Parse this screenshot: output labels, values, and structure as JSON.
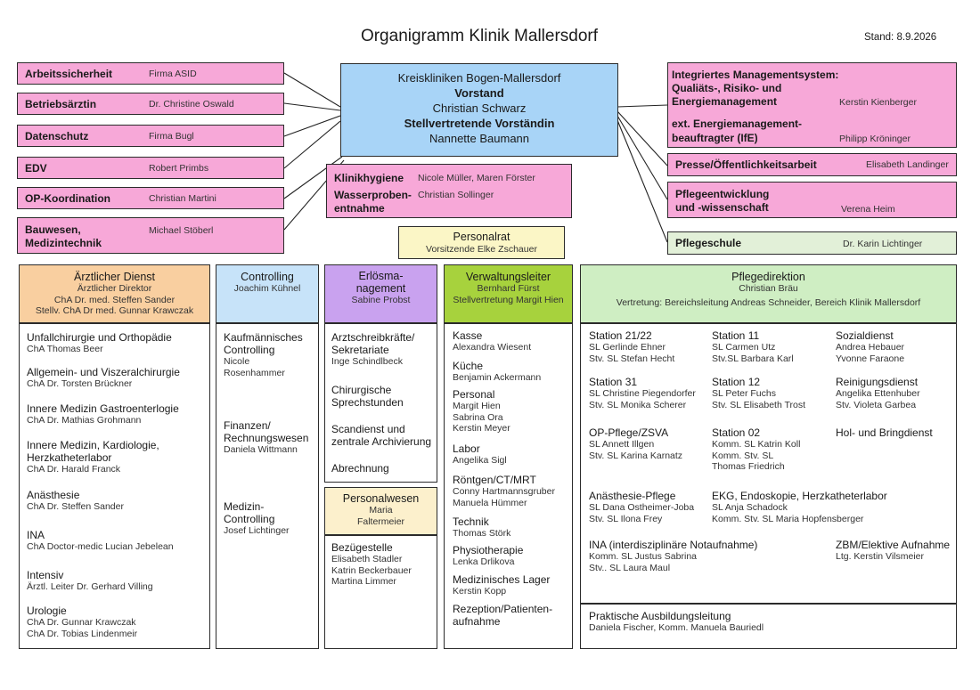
{
  "title": "Organigramm Klinik Mallersdorf",
  "stand": "Stand: 8.9.2026",
  "vorstand": {
    "org": "Kreiskliniken Bogen-Mallersdorf",
    "title": "Vorstand",
    "name": "Christian Schwarz",
    "deputy_title": "Stellvertretende Vorständin",
    "deputy_name": "Nannette Baumann"
  },
  "left_staff": [
    {
      "label": "Arbeitssicherheit",
      "name": "Firma ASID"
    },
    {
      "label": "Betriebsärztin",
      "name": "Dr. Christine Oswald"
    },
    {
      "label": "Datenschutz",
      "name": "Firma Bugl"
    },
    {
      "label": "EDV",
      "name": "Robert Primbs"
    },
    {
      "label": "OP-Koordination",
      "name": "Christian Martini"
    },
    {
      "label": "Bauwesen, Medizintechnik",
      "label_l1": "Bauwesen,",
      "label_l2": "Medizintechnik",
      "name": "Michael Stöberl"
    }
  ],
  "klinikhygiene": {
    "label1": "Klinikhygiene",
    "name1": "Nicole Müller, Maren Förster",
    "label2_l1": "Wasserproben-",
    "label2_l2": "entnahme",
    "name2": "Christian Sollinger"
  },
  "personalrat": {
    "title": "Personalrat",
    "sub": "Vorsitzende Elke Zschauer"
  },
  "right_staff": {
    "ims": {
      "l1": "Integriertes Managementsystem:",
      "l2": "Qualiäts-, Risiko- und",
      "l3": "Energiemanagement",
      "name": "Kerstin Kienberger",
      "e1": "ext. Energiemanagement-",
      "e2": "beauftragter (IfE)",
      "ename": "Philipp Kröninger"
    },
    "presse": {
      "label": "Presse/Öffentlichkeitsarbeit",
      "name": "Elisabeth Landinger"
    },
    "pflegeentwicklung": {
      "l1": "Pflegeentwicklung",
      "l2": "und -wissenschaft",
      "name": "Verena Heim"
    },
    "pflegeschule": {
      "label": "Pflegeschule",
      "name": "Dr. Karin Lichtinger"
    }
  },
  "aerztlich": {
    "head": {
      "title": "Ärztlicher Dienst",
      "l1": "Ärztlicher Direktor",
      "l2": "ChA Dr. med. Steffen Sander",
      "l3": "Stellv. ChA Dr med. Gunnar Krawczak"
    },
    "items": [
      {
        "label": "Unfallchirurgie und Orthopädie",
        "names": [
          "ChA Thomas Beer"
        ]
      },
      {
        "label": "Allgemein- und Viszeralchirurgie",
        "names": [
          "ChA Dr. Torsten Brückner"
        ]
      },
      {
        "label": "Innere Medizin Gastroenterlogie",
        "names": [
          "ChA Dr. Mathias Grohmann"
        ]
      },
      {
        "label": "Innere Medizin, Kardiologie,",
        "label2": "Herzkatheterlabor",
        "names": [
          "ChA Dr. Harald Franck"
        ]
      },
      {
        "label": "Anästhesie",
        "names": [
          "ChA Dr. Steffen Sander"
        ]
      },
      {
        "label": "INA",
        "names": [
          "ChA Doctor-medic Lucian Jebelean"
        ]
      },
      {
        "label": "Intensiv",
        "names": [
          "Ärztl. Leiter Dr. Gerhard Villing"
        ]
      },
      {
        "label": "Urologie",
        "names": [
          "ChA Dr. Gunnar Krawczak",
          "ChA Dr. Tobias Lindenmeir"
        ]
      }
    ]
  },
  "controlling": {
    "head": {
      "title": "Controlling",
      "sub": "Joachim Kühnel"
    },
    "kaufm": {
      "l1": "Kaufmännisches",
      "l2": "Controlling",
      "n1": "Nicole",
      "n2": "Rosenhammer"
    },
    "finanzen": {
      "l1": "Finanzen/",
      "l2": "Rechnungswesen",
      "n1": "Daniela Wittmann"
    },
    "medizin": {
      "l1": "Medizin-",
      "l2": "Controlling",
      "n1": "Josef Lichtinger"
    }
  },
  "erloes": {
    "head": {
      "l1": "Erlösma-",
      "l2": "nagement",
      "sub": "Sabine Probst"
    },
    "a1": "Arztschreibkräfte/",
    "a2": "Sekretariate",
    "a3": "Inge Schindlbeck",
    "c1": "Chirurgische",
    "c2": "Sprechstunden",
    "s1": "Scandienst und",
    "s2": "zentrale Archivierung",
    "abr": "Abrechnung"
  },
  "personalwesen": {
    "head": {
      "title": "Personalwesen",
      "l1": "Maria",
      "l2": "Faltermeier"
    },
    "bez": "Bezügestelle",
    "names": [
      "Elisabeth Stadler",
      "Katrin Beckerbauer",
      "Martina Limmer"
    ]
  },
  "verwaltung": {
    "head": {
      "title": "Verwaltungsleiter",
      "l1": "Bernhard Fürst",
      "l2": "Stellvertretung Margit Hien"
    },
    "items": [
      {
        "label": "Kasse",
        "names": [
          "Alexandra Wiesent"
        ]
      },
      {
        "label": "Küche",
        "names": [
          "Benjamin Ackermann"
        ]
      },
      {
        "label": "Personal",
        "names": [
          "Margit Hien",
          "Sabrina Ora",
          "Kerstin Meyer"
        ]
      },
      {
        "label": "Labor",
        "names": [
          "Angelika Sigl"
        ]
      },
      {
        "label": "Röntgen/CT/MRT",
        "names": [
          "Conny Hartmannsgruber",
          "Manuela Hümmer"
        ]
      },
      {
        "label": "Technik",
        "names": [
          "Thomas Störk"
        ]
      },
      {
        "label": "Physiotherapie",
        "names": [
          "Lenka Drlikova"
        ]
      },
      {
        "label": "Medizinisches Lager",
        "names": [
          "Kerstin Kopp"
        ]
      },
      {
        "label": "Rezeption/Patienten-",
        "label2": "aufnahme",
        "names": []
      }
    ]
  },
  "pflege": {
    "head": {
      "title": "Pflegedirektion",
      "name": "Christian Bräu",
      "vertretung": "Vertretung: Bereichsleitung Andreas Schneider, Bereich Klinik Mallersdorf"
    },
    "s2122": {
      "label": "Station 21/22",
      "n1": "SL Gerlinde Ehner",
      "n2": "Stv. SL Stefan Hecht"
    },
    "s11": {
      "label": "Station 11",
      "n1": "SL Carmen Utz",
      "n2": "Stv.SL Barbara Karl"
    },
    "sozial": {
      "label": "Sozialdienst",
      "n1": "Andrea Hebauer",
      "n2": "Yvonne Faraone"
    },
    "s31": {
      "label": "Station 31",
      "n1": "SL Christine Piegendorfer",
      "n2": "Stv. SL Monika Scherer"
    },
    "s12": {
      "label": "Station 12",
      "n1": "SL Peter Fuchs",
      "n2": "Stv. SL Elisabeth Trost"
    },
    "reinigung": {
      "label": "Reinigungsdienst",
      "n1": "Angelika Ettenhuber",
      "n2": "Stv. Violeta Garbea"
    },
    "op": {
      "label": "OP-Pflege/ZSVA",
      "n1": "SL Annett Illgen",
      "n2": "Stv. SL Karina Karnatz"
    },
    "s02": {
      "label": "Station 02",
      "n1": "Komm. SL Katrin Koll",
      "n2": "Komm. Stv. SL",
      "n3": "Thomas Friedrich"
    },
    "hol": {
      "label": "Hol- und Bringdienst"
    },
    "anaes": {
      "label": "Anästhesie-Pflege",
      "n1": "SL Dana Ostheimer-Joba",
      "n2": "Stv. SL Ilona Frey"
    },
    "ekg": {
      "label": "EKG, Endoskopie, Herzkatheterlabor",
      "n1": "SL Anja Schadock",
      "n2": "Komm. Stv. SL Maria Hopfensberger"
    },
    "ina": {
      "label": "INA (interdisziplinäre Notaufnahme)",
      "n1": "Komm. SL Justus Sabrina",
      "n2": "Stv.. SL Laura Maul"
    },
    "zbm": {
      "label": "ZBM/Elektive Aufnahme",
      "n1": "Ltg. Kerstin Vilsmeier"
    },
    "ausb": {
      "label": "Praktische Ausbildungsleitung",
      "n1": "Daniela Fischer, Komm. Manuela Bauriedl"
    }
  },
  "colors": {
    "pink": "#f7a8d8",
    "blue": "#a8d4f7",
    "green": "#a7d23d",
    "purple": "#c9a2ef",
    "peach": "#f9cfa0"
  }
}
